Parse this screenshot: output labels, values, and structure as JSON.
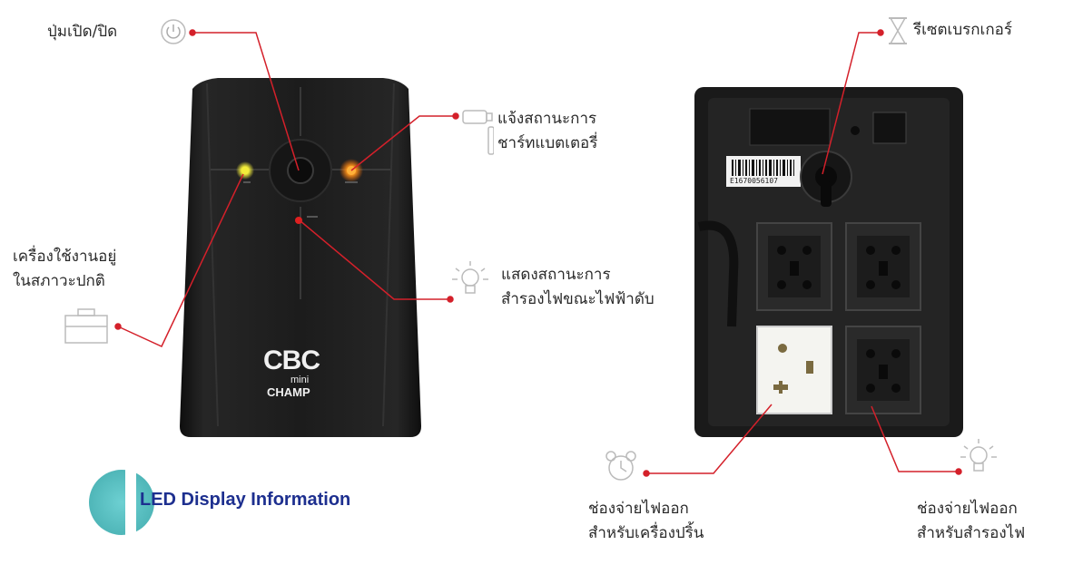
{
  "callouts": {
    "power_button": "ปุ่มเปิด/ปิด",
    "charge_status": [
      "แจ้งสถานะการ",
      "ชาร์ทแบตเตอรี่"
    ],
    "normal_use": [
      "เครื่องใช้งานอยู่",
      "ในสภาวะปกติ"
    ],
    "backup_status": [
      "แสดงสถานะการ",
      "สำรองไฟขณะไฟฟ้าดับ"
    ],
    "breaker_reset": "รีเซตเบรกเกอร์",
    "printer_outlet": [
      "ช่องจ่ายไฟออก",
      "สำหรับเครื่องปริ้น"
    ],
    "backup_outlet": [
      "ช่องจ่ายไฟออก",
      "สำหรับสำรองไฟ"
    ]
  },
  "brand": {
    "logo_text": "CBC",
    "model_small": "mini",
    "model_large": "CHAMP"
  },
  "back_panel": {
    "barcode_number": "E1670056107"
  },
  "section_title": "LED Display Information",
  "colors": {
    "callout_line": "#d4202a",
    "title_text": "#1d2f8f",
    "teal_circle": "#5bc4c6",
    "ups_body": "#1b1b1b",
    "led_yellow": "#f2ec3a",
    "led_orange": "#ff9a1e",
    "led_red": "#e02020"
  },
  "icons": [
    "power-icon",
    "usb-battery-icon",
    "briefcase-icon",
    "lightbulb-icon",
    "hourglass-icon",
    "alarm-clock-icon"
  ]
}
